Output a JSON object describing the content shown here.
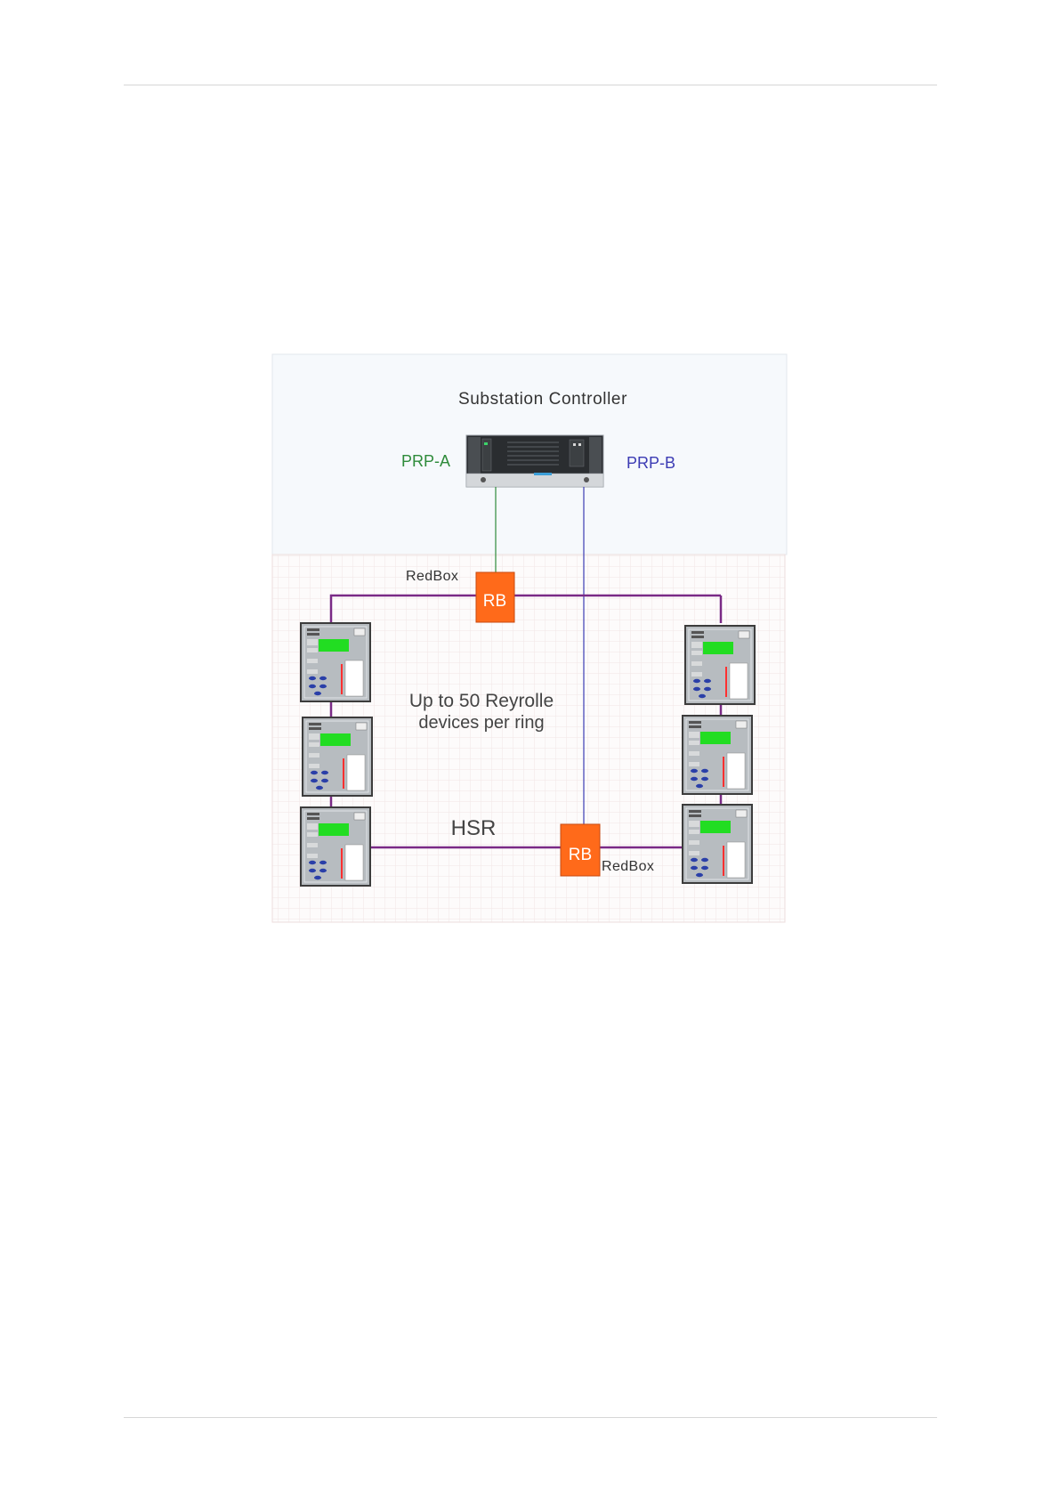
{
  "diagram": {
    "controller_label": "Substation Controller",
    "prp_a_label": "PRP-A",
    "prp_b_label": "PRP-B",
    "redbox_top_label": "RedBox",
    "redbox_bottom_label": "RedBox",
    "rb_top_text": "RB",
    "rb_bottom_text": "RB",
    "ring_note_line1": "Up to 50 Reyrolle",
    "ring_note_line2": "devices per ring",
    "hsr_label": "HSR",
    "colors": {
      "prp_a": "#2e8b3a",
      "prp_b": "#3c3cb4",
      "ring": "#7a2a86",
      "redbox": "#ff6a1a",
      "device_screen": "#22dd22"
    }
  }
}
